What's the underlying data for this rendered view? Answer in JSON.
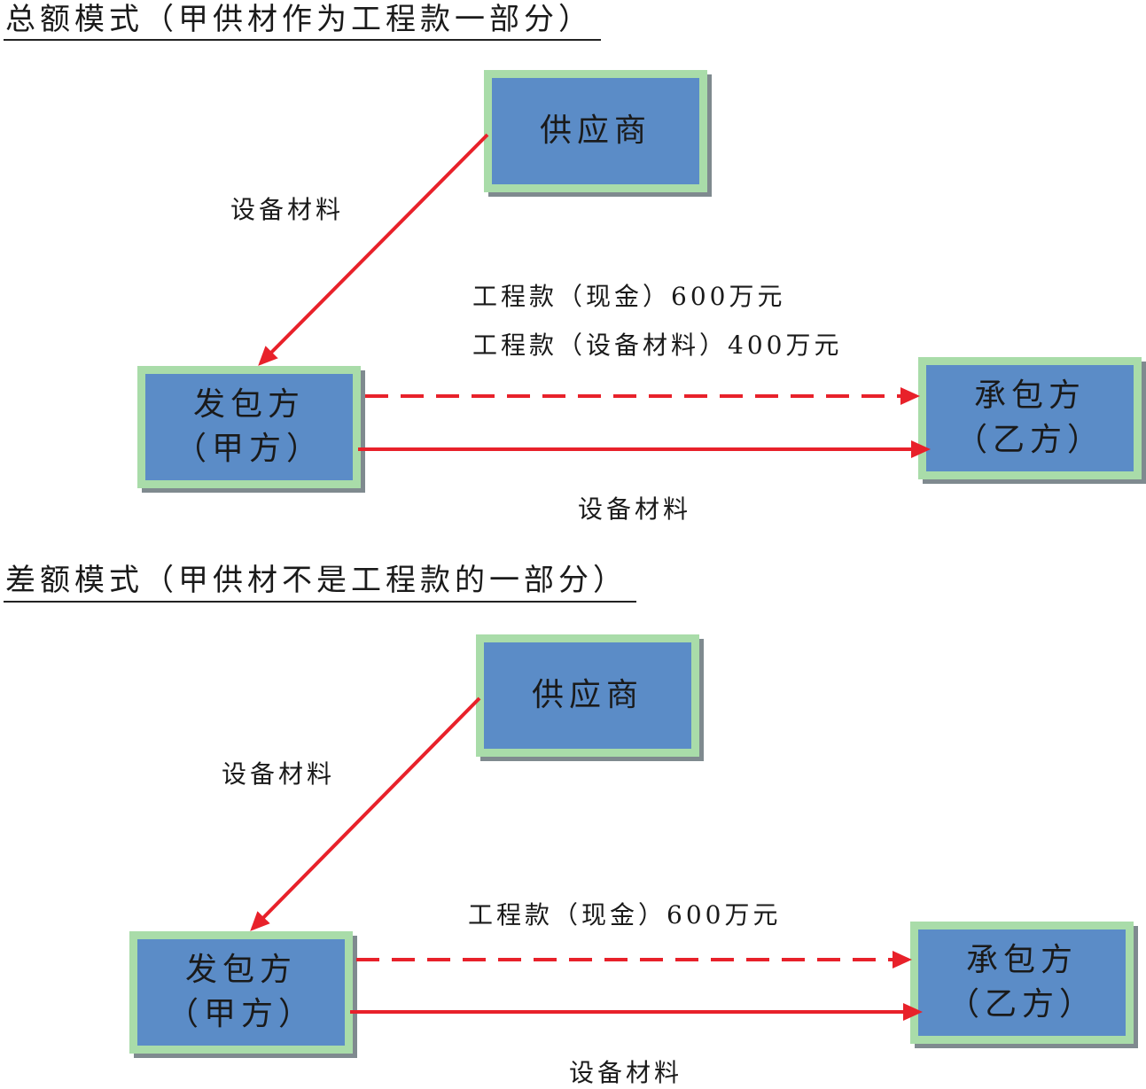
{
  "colors": {
    "box_fill": "#5b8cc7",
    "box_border": "#a9dca9",
    "arrow": "#e8212a"
  },
  "sections": [
    {
      "title": "总额模式（甲供材作为工程款一部分）",
      "supplier": "供应商",
      "employer": {
        "line1": "发包方",
        "line2": "（甲方）"
      },
      "contractor": {
        "line1": "承包方",
        "line2": "（乙方）"
      },
      "supply_label": "设备材料",
      "payment_lines": [
        "工程款（现金）600万元",
        "工程款（设备材料）400万元"
      ],
      "transfer_label": "设备材料"
    },
    {
      "title": "差额模式（甲供材不是工程款的一部分）",
      "supplier": "供应商",
      "employer": {
        "line1": "发包方",
        "line2": "（甲方）"
      },
      "contractor": {
        "line1": "承包方",
        "line2": "（乙方）"
      },
      "supply_label": "设备材料",
      "payment_lines": [
        "工程款（现金）600万元"
      ],
      "transfer_label": "设备材料"
    }
  ]
}
